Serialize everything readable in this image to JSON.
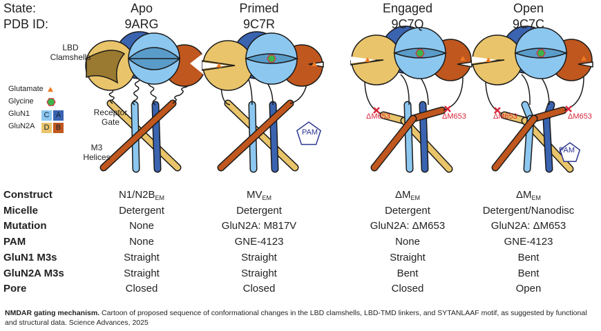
{
  "header": {
    "state_label": "State:",
    "pdb_label": "PDB ID:"
  },
  "states": [
    {
      "name": "Apo",
      "pdb": "9ARG"
    },
    {
      "name": "Primed",
      "pdb": "9C7R"
    },
    {
      "name": "Engaged",
      "pdb": "9C7Q"
    },
    {
      "name": "Open",
      "pdb": "9C7C"
    }
  ],
  "annotations": {
    "lbd": "LBD Clamshells",
    "gate": "Receptor Gate",
    "m3": "M3 Helices",
    "pam": "PAM",
    "deletion": "ΔM653"
  },
  "legend": {
    "glutamate": "Glutamate",
    "glycine": "Glycine",
    "glun1": "GluN1",
    "glun2a": "GluN2A",
    "glun1_boxes": [
      "C",
      "A"
    ],
    "glun2a_boxes": [
      "D",
      "B"
    ]
  },
  "colors": {
    "glun1_light": "#8cc7f0",
    "glun1_dark": "#3a63b0",
    "glun2a_yellow": "#e9c46a",
    "glun2a_orange": "#c0571e",
    "glutamate": "#f07b22",
    "glycine": "#3cb44b",
    "mutation": "#d9263a",
    "pam": "#2b3590"
  },
  "table": {
    "rows": [
      {
        "label": "Construct",
        "values": [
          {
            "base": "N1/N2B",
            "sub": "EM"
          },
          {
            "base": "MV",
            "sub": "EM"
          },
          {
            "base": "ΔM",
            "sub": "EM"
          },
          {
            "base": "ΔM",
            "sub": "EM"
          }
        ]
      },
      {
        "label": "Micelle",
        "values": [
          "Detergent",
          "Detergent",
          "Detergent",
          "Detergent/Nanodisc"
        ]
      },
      {
        "label": "Mutation",
        "values": [
          "None",
          "GluN2A: M817V",
          "GluN2A: ΔM653",
          "GluN2A: ΔM653"
        ]
      },
      {
        "label": "PAM",
        "values": [
          "None",
          "GNE-4123",
          "None",
          "GNE-4123"
        ]
      },
      {
        "label": "GluN1 M3s",
        "values": [
          "Straight",
          "Straight",
          "Straight",
          "Bent"
        ]
      },
      {
        "label": "GluN2A M3s",
        "values": [
          "Straight",
          "Straight",
          "Bent",
          "Bent"
        ]
      },
      {
        "label": "Pore",
        "values": [
          "Closed",
          "Closed",
          "Closed",
          "Open"
        ]
      }
    ]
  },
  "caption": {
    "bold": "NMDAR gating mechanism.",
    "text": " Cartoon of proposed sequence of conformational changes in the LBD clamshells, LBD-TMD linkers, and SYTANLAAF motif, as suggested by functional and structural data. Science Advances, 2025"
  }
}
